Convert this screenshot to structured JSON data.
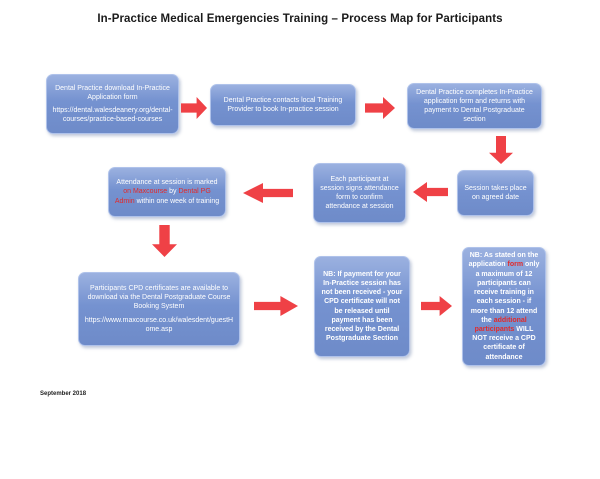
{
  "title": "In-Practice Medical Emergencies Training – Process Map for Participants",
  "footer": {
    "date": "September 2018"
  },
  "colors": {
    "box_top": "#9BB1E0",
    "box_fill": "#7592D0",
    "box_bottom": "#6E8BC9",
    "box_border": "#AFC2EA",
    "arrow_red": "#EF4146",
    "red_text": "#E22A2A",
    "title_color": "#1A1A1A"
  },
  "flow": {
    "step1": {
      "line1": "Dental Practice download In-Practice Application form",
      "line2": "https://dental.walesdeanery.org/dental-courses/practice-based-courses"
    },
    "step2": {
      "text": "Dental Practice contacts local Training Provider to book In-practice session"
    },
    "step3": {
      "text": "Dental Practice completes In-Practice application form and returns with payment to Dental Postgraduate section"
    },
    "step4": {
      "text": "Session takes place on agreed date"
    },
    "step5": {
      "text": "Each participant at session signs attendance form to confirm attendance at session"
    },
    "step6": {
      "p1": "Attendance at session is marked ",
      "red1": "on Maxcourse",
      "p2": " by ",
      "red2": "Dental PG Admin",
      "p3": " within one week of training"
    },
    "step7": {
      "line1": "Participants CPD certificates are available to download via the Dental Postgraduate Course Booking System",
      "line2": "https://www.maxcourse.co.uk/walesdent/guestHome.asp"
    },
    "step8": {
      "text": "NB: If payment for your In-Practice session has not been received - your CPD certificate will not be released until payment has been received by the Dental Postgraduate Section"
    },
    "step9": {
      "p1": "NB: As stated on the application ",
      "red1": "form",
      "p2": " only a maximum of 12 participants can receive training in each session - if more than 12 attend the ",
      "red2": "additional participants",
      "p3": " WILL NOT receive a CPD certificate of attendance"
    }
  }
}
